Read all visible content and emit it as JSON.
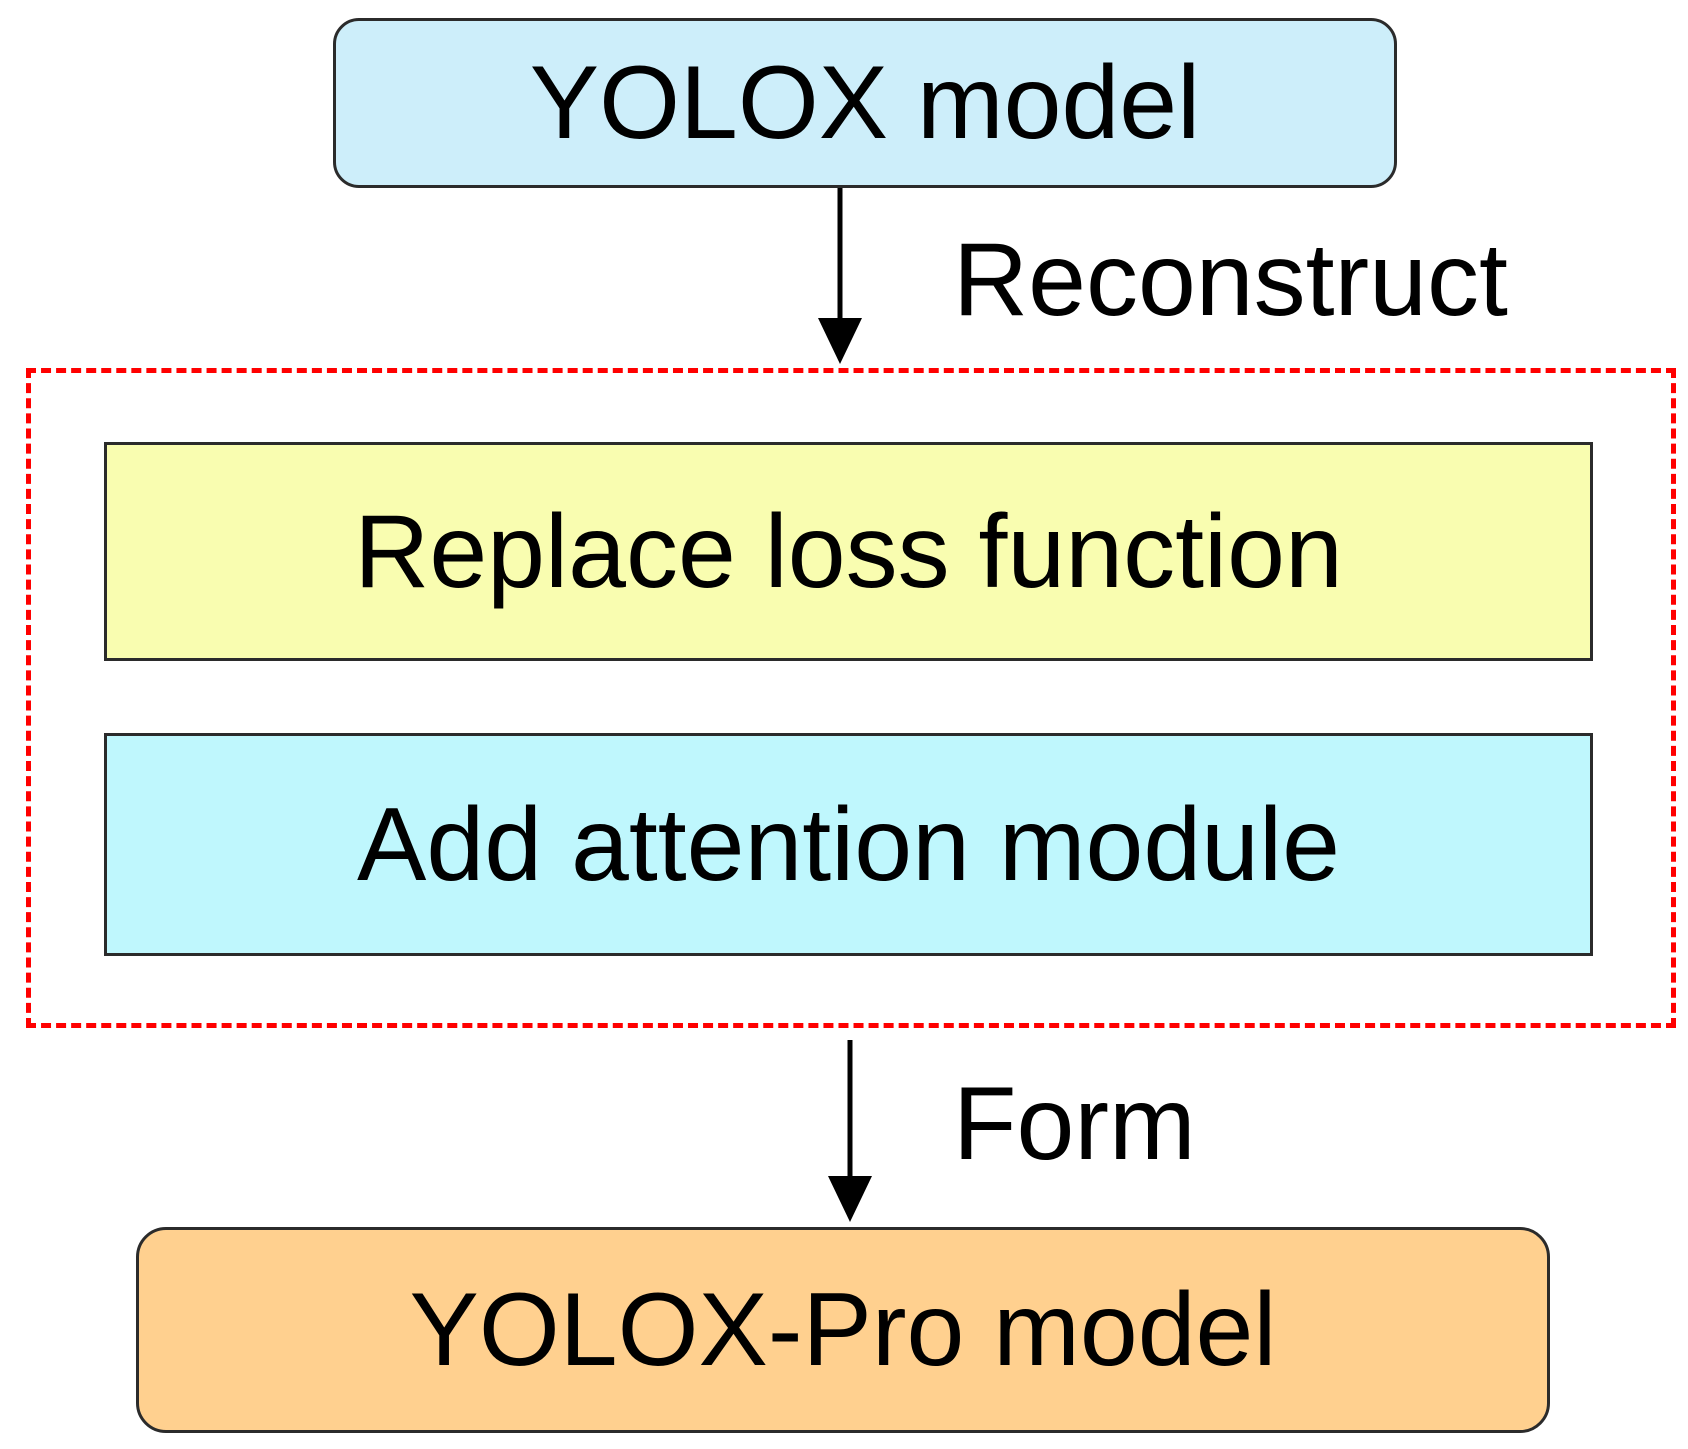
{
  "nodes": {
    "yolox_model": {
      "label": "YOLOX model",
      "fill": "#cdeefa"
    },
    "replace_loss": {
      "label": "Replace loss function",
      "fill": "#f9fdb0"
    },
    "add_attention": {
      "label": "Add attention module",
      "fill": "#bff7fd"
    },
    "yolox_pro": {
      "label": "YOLOX-Pro model",
      "fill": "#ffd08f"
    }
  },
  "group": {
    "border_color": "#ff0000",
    "style": "dashed"
  },
  "edges": [
    {
      "from": "yolox_model",
      "to": "group",
      "label": "Reconstruct"
    },
    {
      "from": "group",
      "to": "yolox_pro",
      "label": "Form"
    }
  ]
}
